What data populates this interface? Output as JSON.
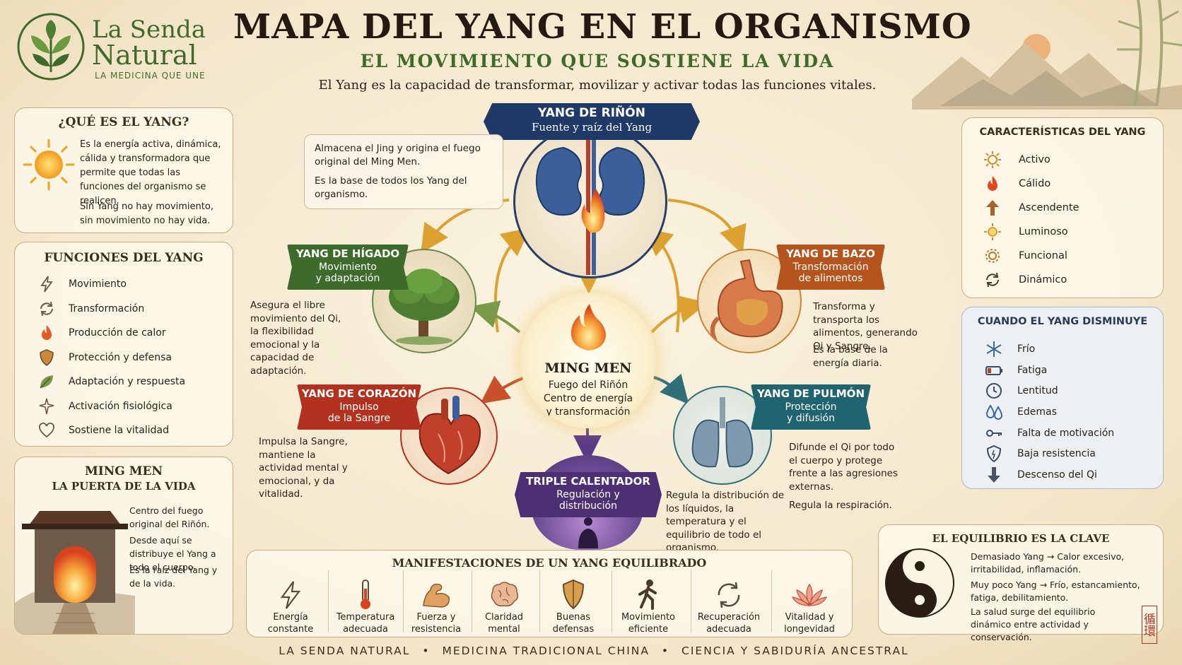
{
  "brand": {
    "name_line1": "La Senda",
    "name_line2": "Natural",
    "tagline": "LA MEDICINA QUE UNE",
    "color": "#3f6b2a"
  },
  "header": {
    "title": "MAPA DEL YANG EN EL ORGANISMO",
    "subtitle": "EL MOVIMIENTO QUE SOSTIENE LA VIDA",
    "intro": "El Yang es la capacidad de transformar, movilizar y activar todas las funciones vitales."
  },
  "que_es": {
    "title": "¿QUÉ ES EL YANG?",
    "p1": "Es la energía activa, dinámica, cálida y transformadora que permite que todas las funciones del organismo se realicen.",
    "p2": "Sin Yang no hay movimiento, sin movimiento no hay vida."
  },
  "funciones": {
    "title": "FUNCIONES DEL YANG",
    "items": [
      {
        "label": "Movimiento",
        "icon": "lightning-icon"
      },
      {
        "label": "Transformación",
        "icon": "cycle-icon"
      },
      {
        "label": "Producción de calor",
        "icon": "flame-icon"
      },
      {
        "label": "Protección y defensa",
        "icon": "shield-icon"
      },
      {
        "label": "Adaptación y respuesta",
        "icon": "leaf-icon"
      },
      {
        "label": "Activación fisiológica",
        "icon": "spark-icon"
      },
      {
        "label": "Sostiene la vitalidad",
        "icon": "heart-icon"
      }
    ]
  },
  "ming_men_panel": {
    "title": "MING MEN",
    "subtitle": "LA PUERTA DE LA VIDA",
    "p1": "Centro del fuego original del Riñón.",
    "p2": "Desde aquí se distribuye el Yang a todo el cuerpo.",
    "p3": "Es la raíz del Yang y de la vida."
  },
  "center": {
    "rinon": {
      "title": "YANG DE RIÑÓN",
      "subtitle": "Fuente y raíz del Yang",
      "p1": "Almacena el Jing y origina el fuego original del Ming Men.",
      "p2": "Es la base de todos los Yang del organismo."
    },
    "higado": {
      "title": "YANG DE HÍGADO",
      "sub1": "Movimiento",
      "sub2": "y adaptación",
      "desc": "Asegura el libre movimiento del Qi, la flexibilidad emocional y la capacidad de adaptación."
    },
    "bazo": {
      "title": "YANG DE BAZO",
      "sub1": "Transformación",
      "sub2": "de alimentos",
      "p1": "Transforma y transporta los alimentos, generando Qi y Sangre.",
      "p2": "Es la base de la energía diaria."
    },
    "ming_men": {
      "title": "MING MEN",
      "l1": "Fuego del Riñón",
      "l2": "Centro de energía",
      "l3": "y transformación"
    },
    "corazon": {
      "title": "YANG DE CORAZÓN",
      "sub1": "Impulso",
      "sub2": "de la Sangre",
      "desc": "Impulsa la Sangre, mantiene la actividad mental y emocional, y da vitalidad."
    },
    "pulmon": {
      "title": "YANG DE PULMÓN",
      "sub1": "Protección",
      "sub2": "y difusión",
      "p1": "Difunde el Qi por todo el cuerpo y protege frente a las agresiones externas.",
      "p2": "Regula la respiración."
    },
    "triple": {
      "title": "TRIPLE CALENTADOR",
      "sub1": "Regulación y",
      "sub2": "distribución",
      "desc": "Regula la distribución de los líquidos, la temperatura y el equilibrio de todo el organismo."
    }
  },
  "caracteristicas": {
    "title": "CARACTERÍSTICAS DEL YANG",
    "items": [
      {
        "label": "Activo",
        "icon": "sun-icon"
      },
      {
        "label": "Cálido",
        "icon": "flame-icon"
      },
      {
        "label": "Ascendente",
        "icon": "arrow-up-icon"
      },
      {
        "label": "Luminoso",
        "icon": "sun-icon"
      },
      {
        "label": "Funcional",
        "icon": "gear-icon"
      },
      {
        "label": "Dinámico",
        "icon": "cycle-icon"
      }
    ]
  },
  "disminuye": {
    "title": "CUANDO EL YANG DISMINUYE",
    "items": [
      {
        "label": "Frío",
        "icon": "snowflake-icon"
      },
      {
        "label": "Fatiga",
        "icon": "battery-icon"
      },
      {
        "label": "Lentitud",
        "icon": "clock-icon"
      },
      {
        "label": "Edemas",
        "icon": "drops-icon"
      },
      {
        "label": "Falta de motivación",
        "icon": "key-icon"
      },
      {
        "label": "Baja resistencia",
        "icon": "shield-icon"
      },
      {
        "label": "Descenso del Qi",
        "icon": "arrow-down-icon"
      }
    ]
  },
  "equilibrio": {
    "title": "EL EQUILIBRIO ES LA CLAVE",
    "l1a": "Demasiado Yang",
    "l1b": "Calor excesivo,",
    "l1c": "irritabilidad, inflamación.",
    "l2a": "Muy poco Yang",
    "l2b": "Frío, estancamiento,",
    "l2c": "fatiga, debilitamiento.",
    "l3": "La salud surge del equilibrio dinámico entre actividad y conservación.",
    "arrow": "→",
    "seal": "循環"
  },
  "manifestaciones": {
    "title": "MANIFESTACIONES DE UN YANG EQUILIBRADO",
    "items": [
      {
        "l1": "Energía",
        "l2": "constante",
        "icon": "lightning-icon"
      },
      {
        "l1": "Temperatura",
        "l2": "adecuada",
        "icon": "thermometer-icon"
      },
      {
        "l1": "Fuerza y",
        "l2": "resistencia",
        "icon": "muscle-icon"
      },
      {
        "l1": "Claridad",
        "l2": "mental",
        "icon": "brain-icon"
      },
      {
        "l1": "Buenas",
        "l2": "defensas",
        "icon": "shield-icon"
      },
      {
        "l1": "Movimiento",
        "l2": "eficiente",
        "icon": "walking-icon"
      },
      {
        "l1": "Recuperación",
        "l2": "adecuada",
        "icon": "cycle-icon"
      },
      {
        "l1": "Vitalidad y",
        "l2": "longevidad",
        "icon": "lotus-icon"
      }
    ]
  },
  "footer": {
    "a": "LA SENDA NATURAL",
    "b": "MEDICINA TRADICIONAL CHINA",
    "c": "CIENCIA Y SABIDURÍA ANCESTRAL",
    "dot": "•"
  },
  "colors": {
    "rinon": "#1f3a66",
    "higado": "#3e6b2b",
    "bazo": "#b5541d",
    "corazon": "#b3321f",
    "pulmon": "#1f6470",
    "triple": "#4d2f74",
    "gold": "#d99a2b",
    "accent": "#c0401f"
  }
}
